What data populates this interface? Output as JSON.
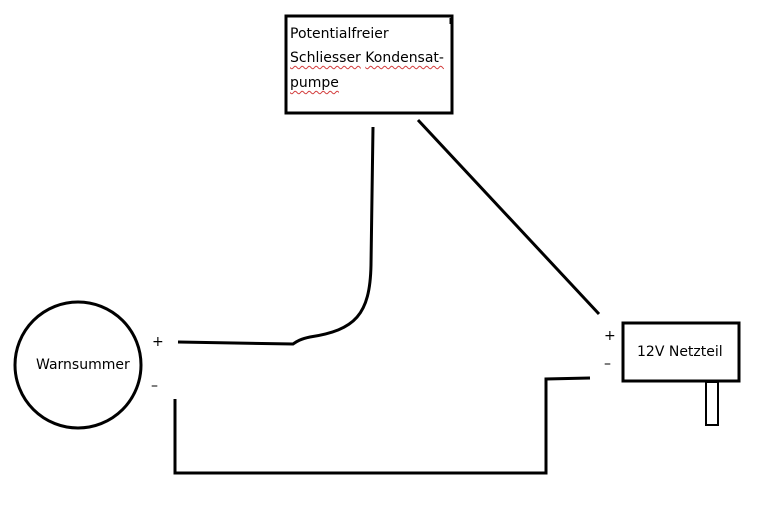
{
  "switch_box": {
    "line1": "Potentialfreier",
    "line2_word1": "Schliesser",
    "line2_word2": "Kondensat-",
    "line3": "pumpe"
  },
  "buzzer": {
    "label": "Warnsummer",
    "plus": "+",
    "minus": "–"
  },
  "power_supply": {
    "label": "12V Netzteil",
    "plus": "+",
    "minus": "–"
  },
  "colors": {
    "stroke": "#000000",
    "spellcheck_underline": "#d23b3b",
    "background": "#ffffff"
  }
}
